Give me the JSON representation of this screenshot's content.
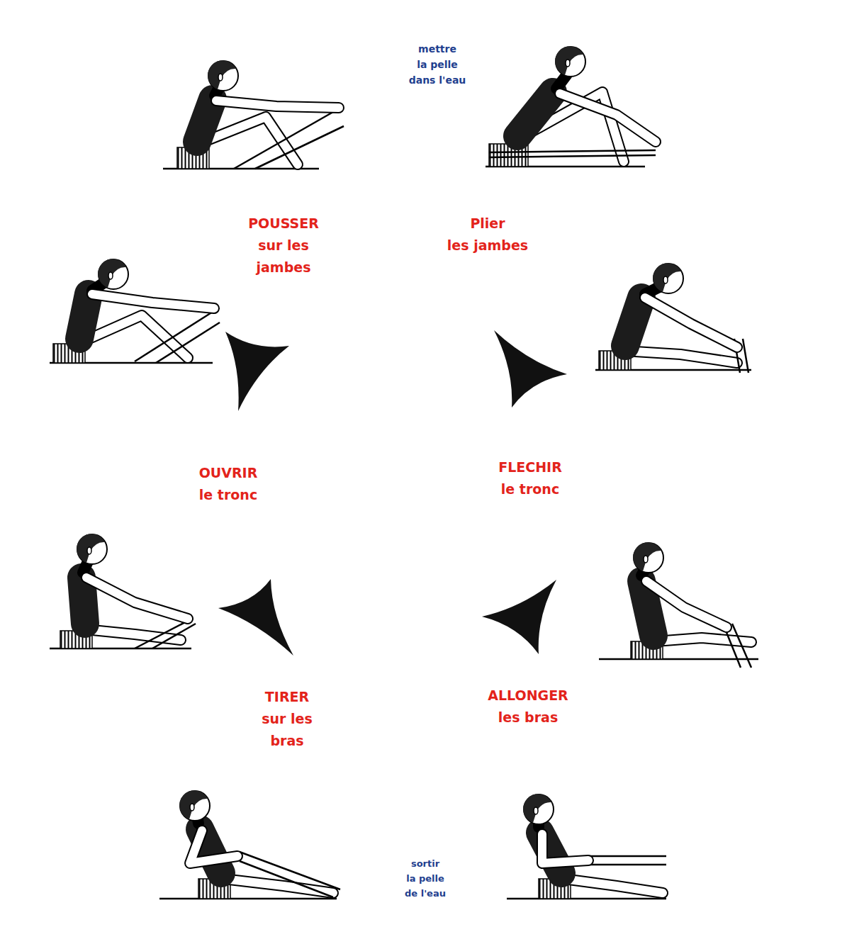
{
  "diagram": {
    "labels": [
      "mettre la pelle dans l'eau",
      "POUSSER sur les jambes",
      "Plier les jambes",
      "OUVRIR le tronc",
      "FLECHIR le tronc",
      "TIRER sur les bras",
      "ALLONGER les bras",
      "sortir la pelle de l'eau"
    ]
  }
}
